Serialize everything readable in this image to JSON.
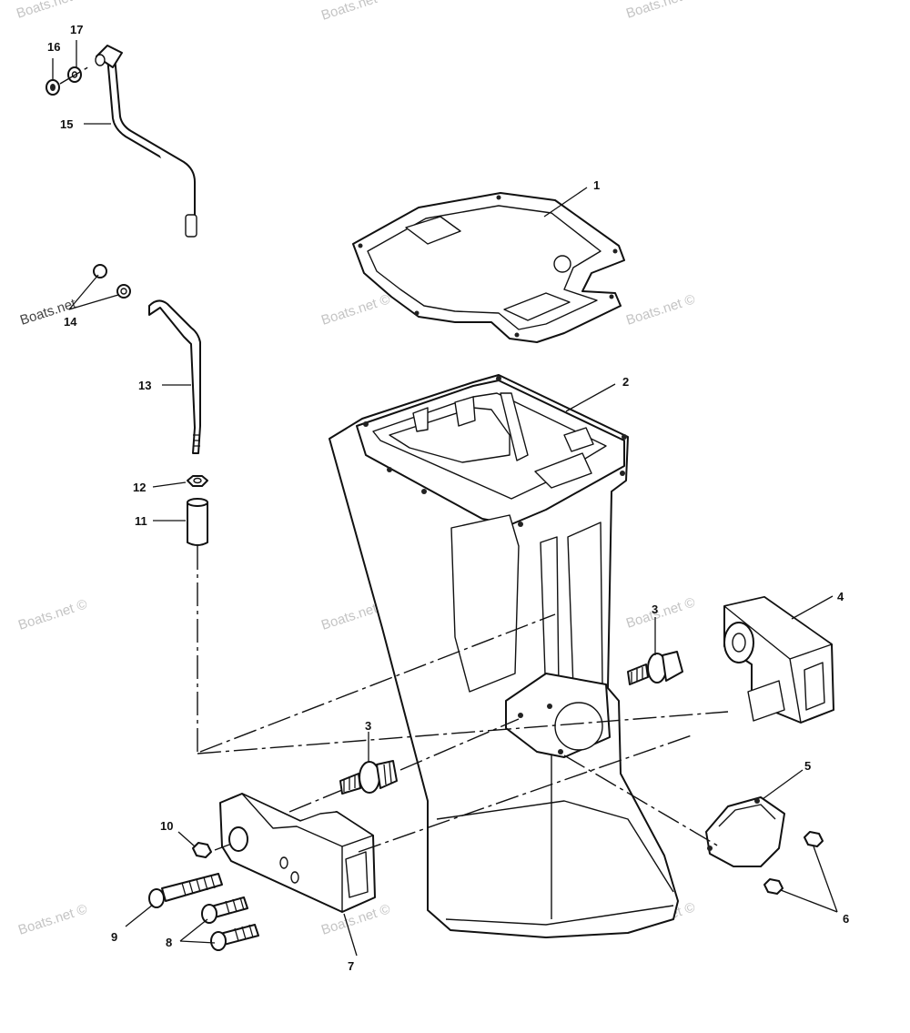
{
  "callouts": [
    {
      "id": "1",
      "text": "1"
    },
    {
      "id": "2",
      "text": "2"
    },
    {
      "id": "3a",
      "text": "3"
    },
    {
      "id": "3b",
      "text": "3"
    },
    {
      "id": "4",
      "text": "4"
    },
    {
      "id": "5",
      "text": "5"
    },
    {
      "id": "6",
      "text": "6"
    },
    {
      "id": "7",
      "text": "7"
    },
    {
      "id": "8",
      "text": "8"
    },
    {
      "id": "9",
      "text": "9"
    },
    {
      "id": "10",
      "text": "10"
    },
    {
      "id": "11",
      "text": "11"
    },
    {
      "id": "12",
      "text": "12"
    },
    {
      "id": "13",
      "text": "13"
    },
    {
      "id": "14",
      "text": "14"
    },
    {
      "id": "15",
      "text": "15"
    },
    {
      "id": "16",
      "text": "16"
    },
    {
      "id": "17",
      "text": "17"
    }
  ],
  "watermark": {
    "text": "Boats.net ©",
    "prominent_text": "Boats.net"
  }
}
